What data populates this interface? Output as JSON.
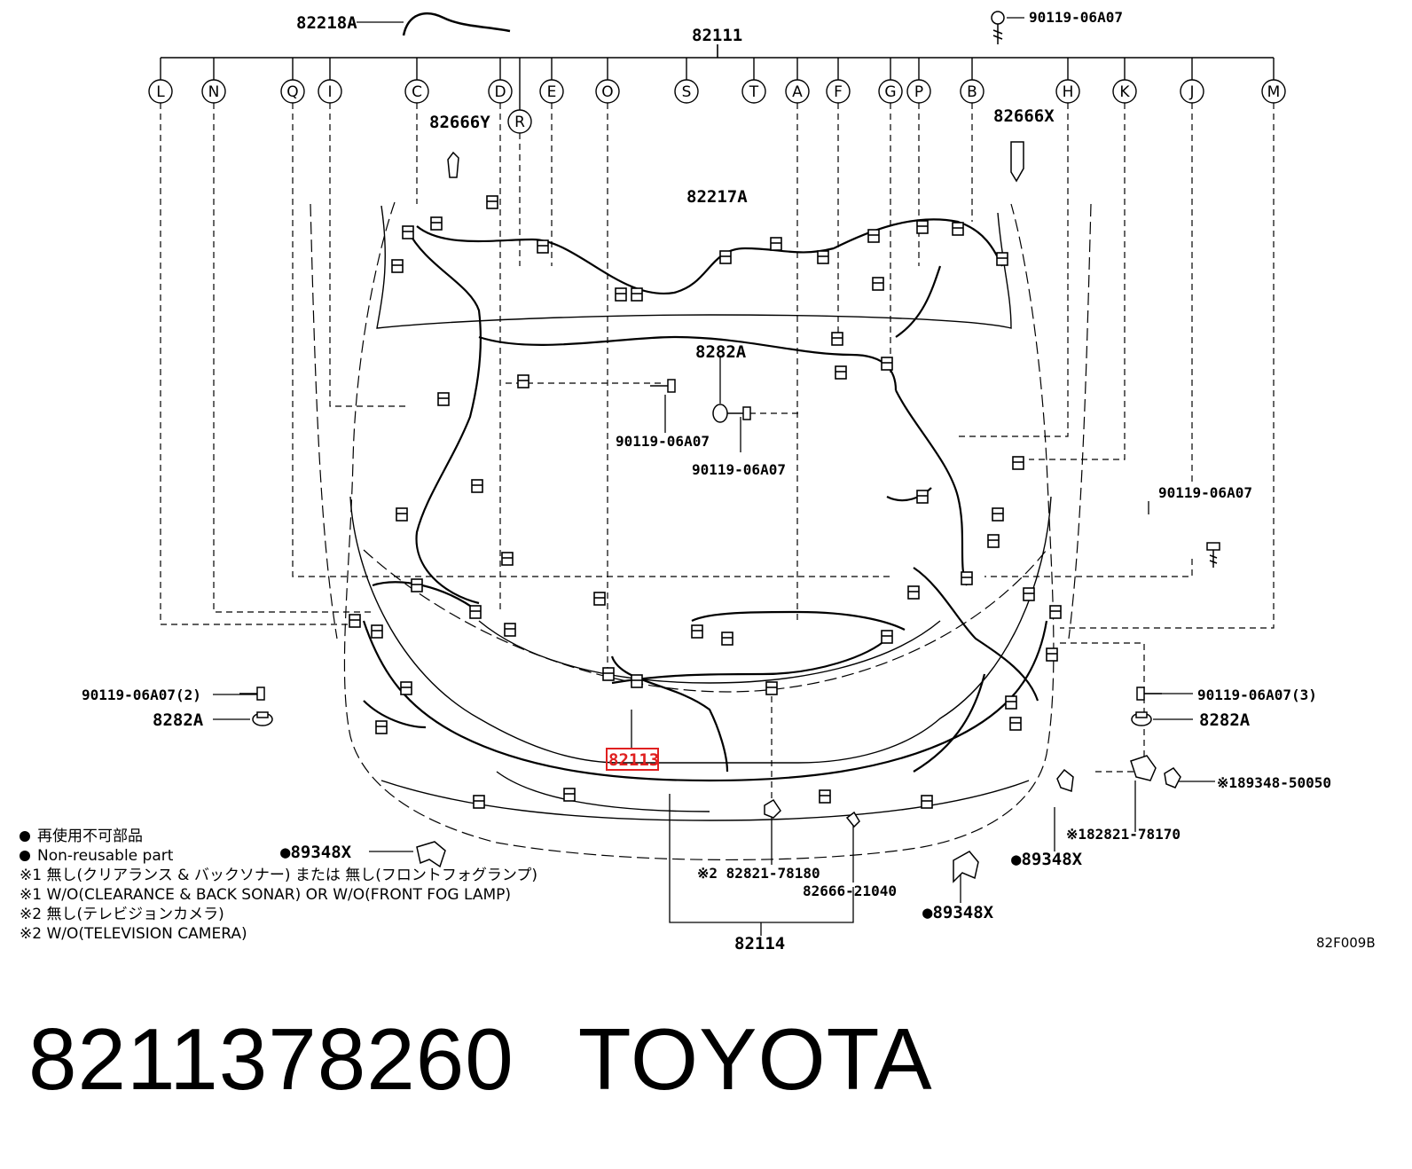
{
  "top_labels": {
    "harness_main": "82111",
    "harness_82218a": "82218A",
    "bolt_top_right": "90119-06A07"
  },
  "circle_labels": [
    "L",
    "N",
    "Q",
    "I",
    "C",
    "D",
    "R",
    "E",
    "O",
    "S",
    "T",
    "A",
    "F",
    "G",
    "P",
    "B",
    "H",
    "K",
    "J",
    "M"
  ],
  "part_labels": {
    "p82666y": "82666Y",
    "p82666x": "82666X",
    "p82217a": "82217A",
    "p8282a_center": "8282A",
    "bolt_center_1": "90119-06A07",
    "bolt_center_2": "90119-06A07",
    "bolt_right": "90119-06A07",
    "bolt_left_2": "90119-06A07(2)",
    "clip_left": "8282A",
    "bolt_right_3": "90119-06A07(3)",
    "clip_right": "8282A",
    "highlighted": "82113",
    "p1_89348": "※189348-50050",
    "p1_82821": "※182821-78170",
    "p89348x_left": "●89348X",
    "p89348x_right1": "●89348X",
    "p89348x_right2": "●89348X",
    "p2_82821": "※2 82821-78180",
    "p82666_21040": "82666-21040",
    "p82114": "82114"
  },
  "legend": {
    "line1": "再使用不可部品",
    "line2": "Non-reusable part",
    "line3": "※1 無し(クリアランス & バックソナー) または 無し(フロントフォグランプ)",
    "line4": "※1 W/O(CLEARANCE & BACK SONAR) OR W/O(FRONT FOG LAMP)",
    "line5": "※2 無し(テレビジョンカメラ)",
    "line6": "※2 W/O(TELEVISION CAMERA)"
  },
  "figure_code": "82F009B",
  "caption": {
    "part_number": "8211378260",
    "brand": "TOYOTA"
  },
  "colors": {
    "highlight": "#e02020",
    "ink": "#000000"
  }
}
